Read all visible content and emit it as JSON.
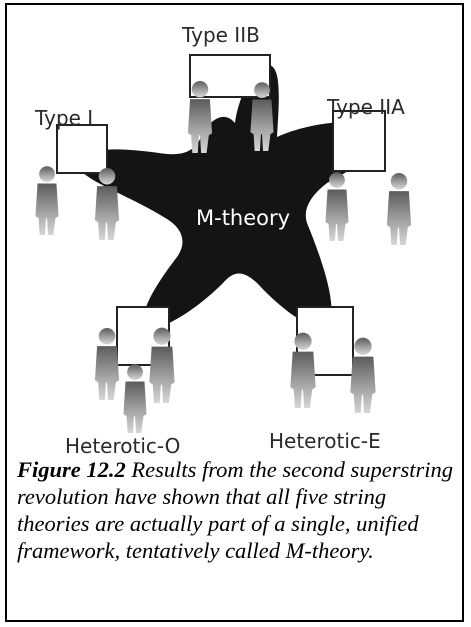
{
  "diagram": {
    "center_label": "M-theory",
    "theories": [
      {
        "id": "type-i",
        "label": "Type I"
      },
      {
        "id": "type-iib",
        "label": "Type IIB"
      },
      {
        "id": "type-iia",
        "label": "Type IIA"
      },
      {
        "id": "heterotic-o",
        "label": "Heterotic-O"
      },
      {
        "id": "heterotic-e",
        "label": "Heterotic-E"
      }
    ]
  },
  "caption": {
    "figure_number": "Figure 12.2",
    "text": " Results from the second superstring revolution have shown that all five string theories are actually part of a single, unified framework, tentatively called M-theory."
  },
  "colors": {
    "star": "#141414",
    "figure_shade": "#8e8e8e",
    "board": "#222222"
  }
}
